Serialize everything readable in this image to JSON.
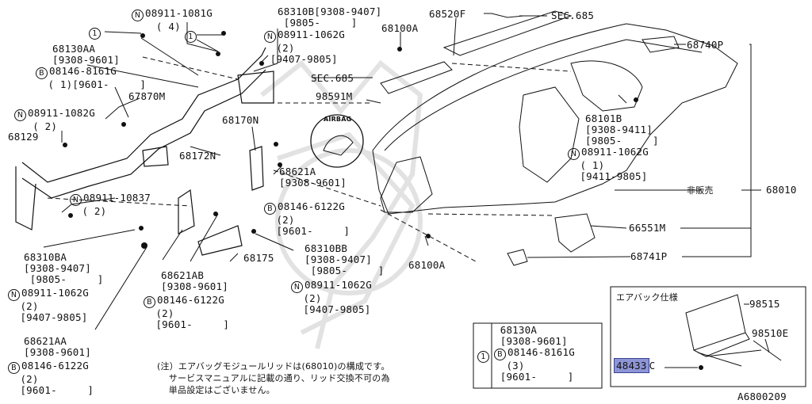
{
  "colors": {
    "ink": "#111111",
    "highlight": "#8e95d6",
    "watermark": "#d9d9d9"
  },
  "callouts": {
    "bolt_1": {
      "marker": "1"
    },
    "n_08911_1081G": {
      "sym": "N",
      "text": "08911-1081G",
      "qty": "( 4)"
    },
    "bolt_1b": {
      "marker": "1"
    },
    "p_68310B": {
      "text": "68310B[9308-9407]",
      "sub": "[9805-     ]"
    },
    "n_08911_1062G_a": {
      "sym": "N",
      "text": "08911-1062G",
      "qty": "(2)",
      "range": "[9407-9805]"
    },
    "p_68520F": {
      "text": "68520F"
    },
    "sec685_top": {
      "text": "SEC.685"
    },
    "p_68100A_top": {
      "text": "68100A"
    },
    "p_68740P": {
      "text": "68740P"
    },
    "p_68130AA": {
      "text": "68130AA",
      "range": "[9308-9601]"
    },
    "b_08146_8161G": {
      "sym": "B",
      "text": "08146-8161G",
      "sub": "( 1)[9601-     ]"
    },
    "p_67870M": {
      "text": "67870M"
    },
    "sec685_mid": {
      "text": "SEC.685"
    },
    "p_98591M": {
      "text": "98591M"
    },
    "airbag_badge": {
      "text": "AIRBAG"
    },
    "n_08911_1082G": {
      "sym": "N",
      "text": "08911-1082G",
      "qty": "( 2)"
    },
    "p_68129": {
      "text": "68129"
    },
    "p_68170N": {
      "text": "68170N"
    },
    "p_68101B": {
      "text": "68101B",
      "r1": "[9308-9411]",
      "r2": "[9805-     ]",
      "nsym": "N",
      "n": "08911-1062G",
      "qty": "( 1)",
      "r3": "[9411-9805]"
    },
    "p_68172N": {
      "text": "68172N"
    },
    "p_68621A": {
      "text": "68621A",
      "range": "[9308-9601]",
      "bsym": "B",
      "b": "08146-6122G",
      "qty": "(2)",
      "r2": "[9601-     ]"
    },
    "n_08911_10837": {
      "sym": "N",
      "text": "08911-10837",
      "qty": "( 2)"
    },
    "hihanbai": {
      "text": "非販売"
    },
    "p_68010": {
      "text": "68010"
    },
    "p_66551M": {
      "text": "66551M"
    },
    "p_68100A_bot": {
      "text": "68100A"
    },
    "p_68741P": {
      "text": "68741P"
    },
    "p_68310BA": {
      "text": "68310BA",
      "r1": "[9308-9407]",
      "r2": "[9805-     ]",
      "nsym": "N",
      "n": "08911-1062G",
      "qty": "(2)",
      "r3": "[9407-9805]"
    },
    "p_68621AB": {
      "text": "68621AB",
      "range": "[9308-9601]",
      "bsym": "B",
      "b": "08146-6122G",
      "qty": "(2)",
      "r2": "[9601-     ]"
    },
    "p_68175": {
      "text": "68175"
    },
    "p_68310BB": {
      "text": "68310BB",
      "r1": "[9308-9407]",
      "r2": "[9805-     ]",
      "nsym": "N",
      "n": "08911-1062G",
      "qty": "(2)",
      "r3": "[9407-9805]"
    },
    "p_68621AA": {
      "text": "68621AA",
      "range": "[9308-9601]",
      "bsym": "B",
      "b": "08146-6122G",
      "qty": "(2)",
      "r2": "[9601-     ]"
    }
  },
  "note": {
    "line1": "(注）エアバッグモジュールリッドは(68010)の構成です。",
    "line2": "サービスマニュアルに記載の通り、リッド交換不可の為",
    "line3": "単品設定はございません。"
  },
  "legend": {
    "marker": "1",
    "part": "68130A",
    "range": "[9308-9601]",
    "bsym": "B",
    "bolt": "08146-8161G",
    "qty": "(3)",
    "r2": "[9601-     ]"
  },
  "inset": {
    "title": "エアバック仕様",
    "p1": "98515",
    "p2": "98510E",
    "highlight": "48433",
    "suffix": "C"
  },
  "diagram_id": "A6800209"
}
